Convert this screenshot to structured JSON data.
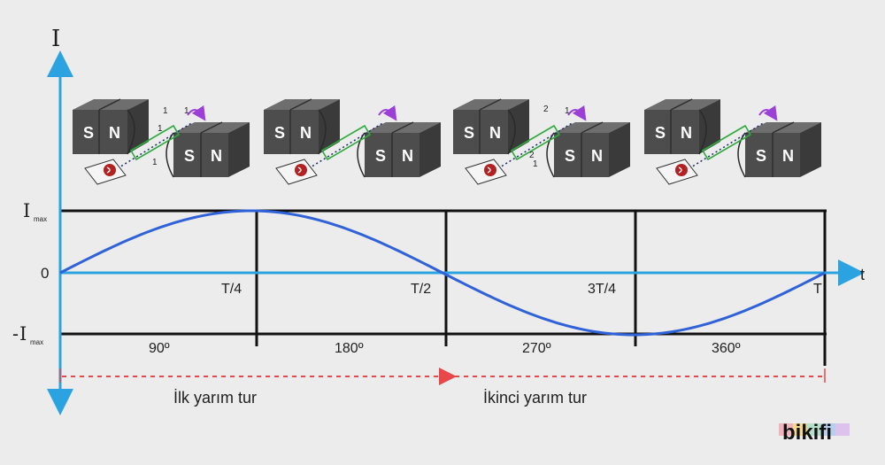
{
  "axis": {
    "y_label": "I",
    "x_label": "t",
    "imax_main": "I",
    "imax_sub": "max",
    "neg_prefix": "-",
    "zero_label": "0"
  },
  "time_labels": [
    "T/4",
    "T/2",
    "3T/4",
    "T"
  ],
  "angle_labels": [
    "90º",
    "180º",
    "270º",
    "360º"
  ],
  "half_turns": [
    "İlk yarım tur",
    "İkinci yarım tur"
  ],
  "magnet_letters": {
    "south": "S",
    "north": "N"
  },
  "coil_numbers": {
    "stage1": [
      "1",
      "1",
      "1",
      "1"
    ],
    "stage3": [
      "2",
      "1",
      "2",
      "1"
    ]
  },
  "brand": "bikifi",
  "chart_data": {
    "type": "line",
    "x": [
      "0",
      "T/4",
      "T/2",
      "3T/4",
      "T"
    ],
    "series": [
      {
        "values": [
          0,
          1,
          0,
          -1,
          0
        ]
      }
    ],
    "ylim": [
      -1,
      1
    ]
  },
  "colors": {
    "axis": "#2aa3e0",
    "curve": "#2f62d8",
    "grid": "#111111",
    "magnet": "#4d4d4d",
    "coil": "#2eaa3c",
    "rotor": "#b22222",
    "dashed": "#e8484a",
    "rotate_arrow": "#9b3fd6",
    "background": "#ececec"
  }
}
